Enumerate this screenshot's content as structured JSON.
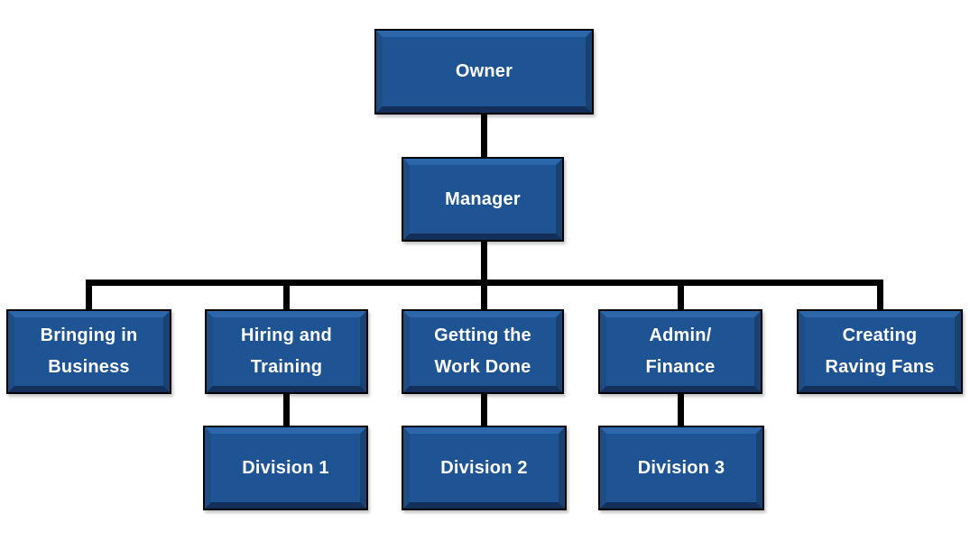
{
  "diagram": {
    "type": "org-chart",
    "colors": {
      "box_fill": "#1F5494",
      "bevel_top": "#2D67AB",
      "bevel_left": "#1E4D85",
      "bevel_right": "#1A4270",
      "bevel_bottom": "#14305A",
      "box_border": "#000000",
      "line_color": "#000000",
      "text_color": "#FFFFFF",
      "canvas_bg": "#FFFFFF"
    },
    "nodes": {
      "owner": {
        "label": "Owner"
      },
      "manager": {
        "label": "Manager"
      },
      "bringing_in_business": {
        "label": "Bringing in\nBusiness"
      },
      "hiring_and_training": {
        "label": "Hiring and\nTraining"
      },
      "getting_the_work_done": {
        "label": "Getting the\nWork Done"
      },
      "admin_finance": {
        "label": "Admin/\nFinance"
      },
      "creating_raving_fans": {
        "label": "Creating\nRaving Fans"
      },
      "division_1": {
        "label": "Division 1"
      },
      "division_2": {
        "label": "Division 2"
      },
      "division_3": {
        "label": "Division 3"
      }
    },
    "edges": [
      {
        "from": "owner",
        "to": "manager"
      },
      {
        "from": "manager",
        "to": "bringing_in_business"
      },
      {
        "from": "manager",
        "to": "hiring_and_training"
      },
      {
        "from": "manager",
        "to": "getting_the_work_done"
      },
      {
        "from": "manager",
        "to": "admin_finance"
      },
      {
        "from": "manager",
        "to": "creating_raving_fans"
      },
      {
        "from": "hiring_and_training",
        "to": "division_1"
      },
      {
        "from": "getting_the_work_done",
        "to": "division_2"
      },
      {
        "from": "admin_finance",
        "to": "division_3"
      }
    ]
  }
}
